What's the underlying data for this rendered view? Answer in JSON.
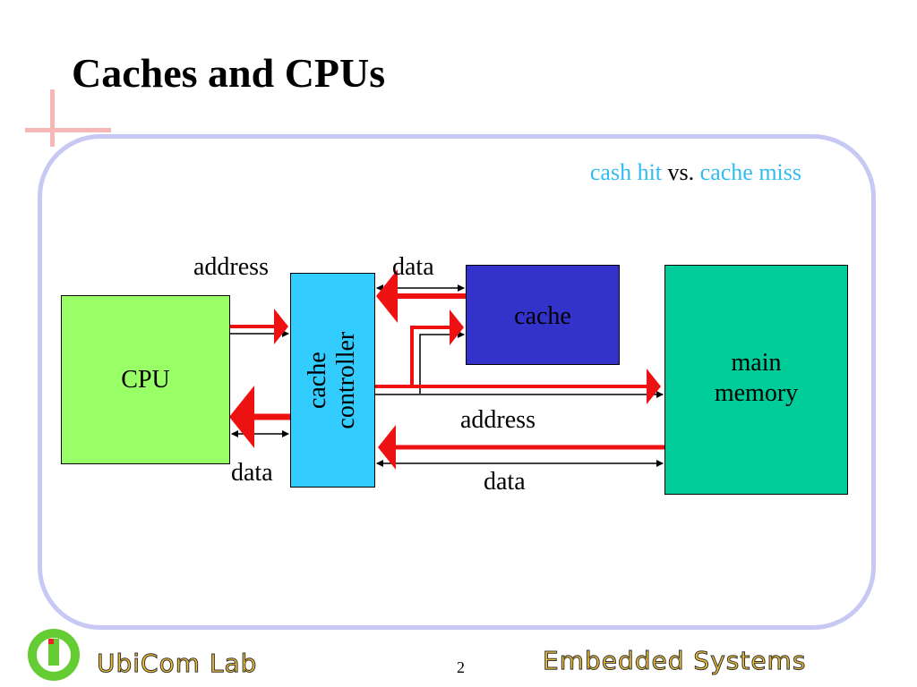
{
  "slide": {
    "title": "Caches and CPUs",
    "subtitle": {
      "part1": "cash hit",
      "part2": " vs. ",
      "part3": "cache miss"
    }
  },
  "diagram": {
    "blocks": {
      "cpu": "CPU",
      "controller": "cache\ncontroller",
      "cache": "cache",
      "memory": "main\nmemory"
    },
    "labels": {
      "cpu_address": "address",
      "cpu_data": "data",
      "cache_data": "data",
      "mem_address": "address",
      "mem_data": "data"
    },
    "colors": {
      "cpu": "#99ff66",
      "controller": "#33ccff",
      "cache": "#3333cc",
      "memory": "#00cc99",
      "highlight_arrow": "#ee1111",
      "frame": "#c8c8f5",
      "accent_text": "#33bbf0"
    }
  },
  "footer": {
    "lab": "UbiCom Lab",
    "page": "2",
    "course": "Embedded Systems"
  }
}
